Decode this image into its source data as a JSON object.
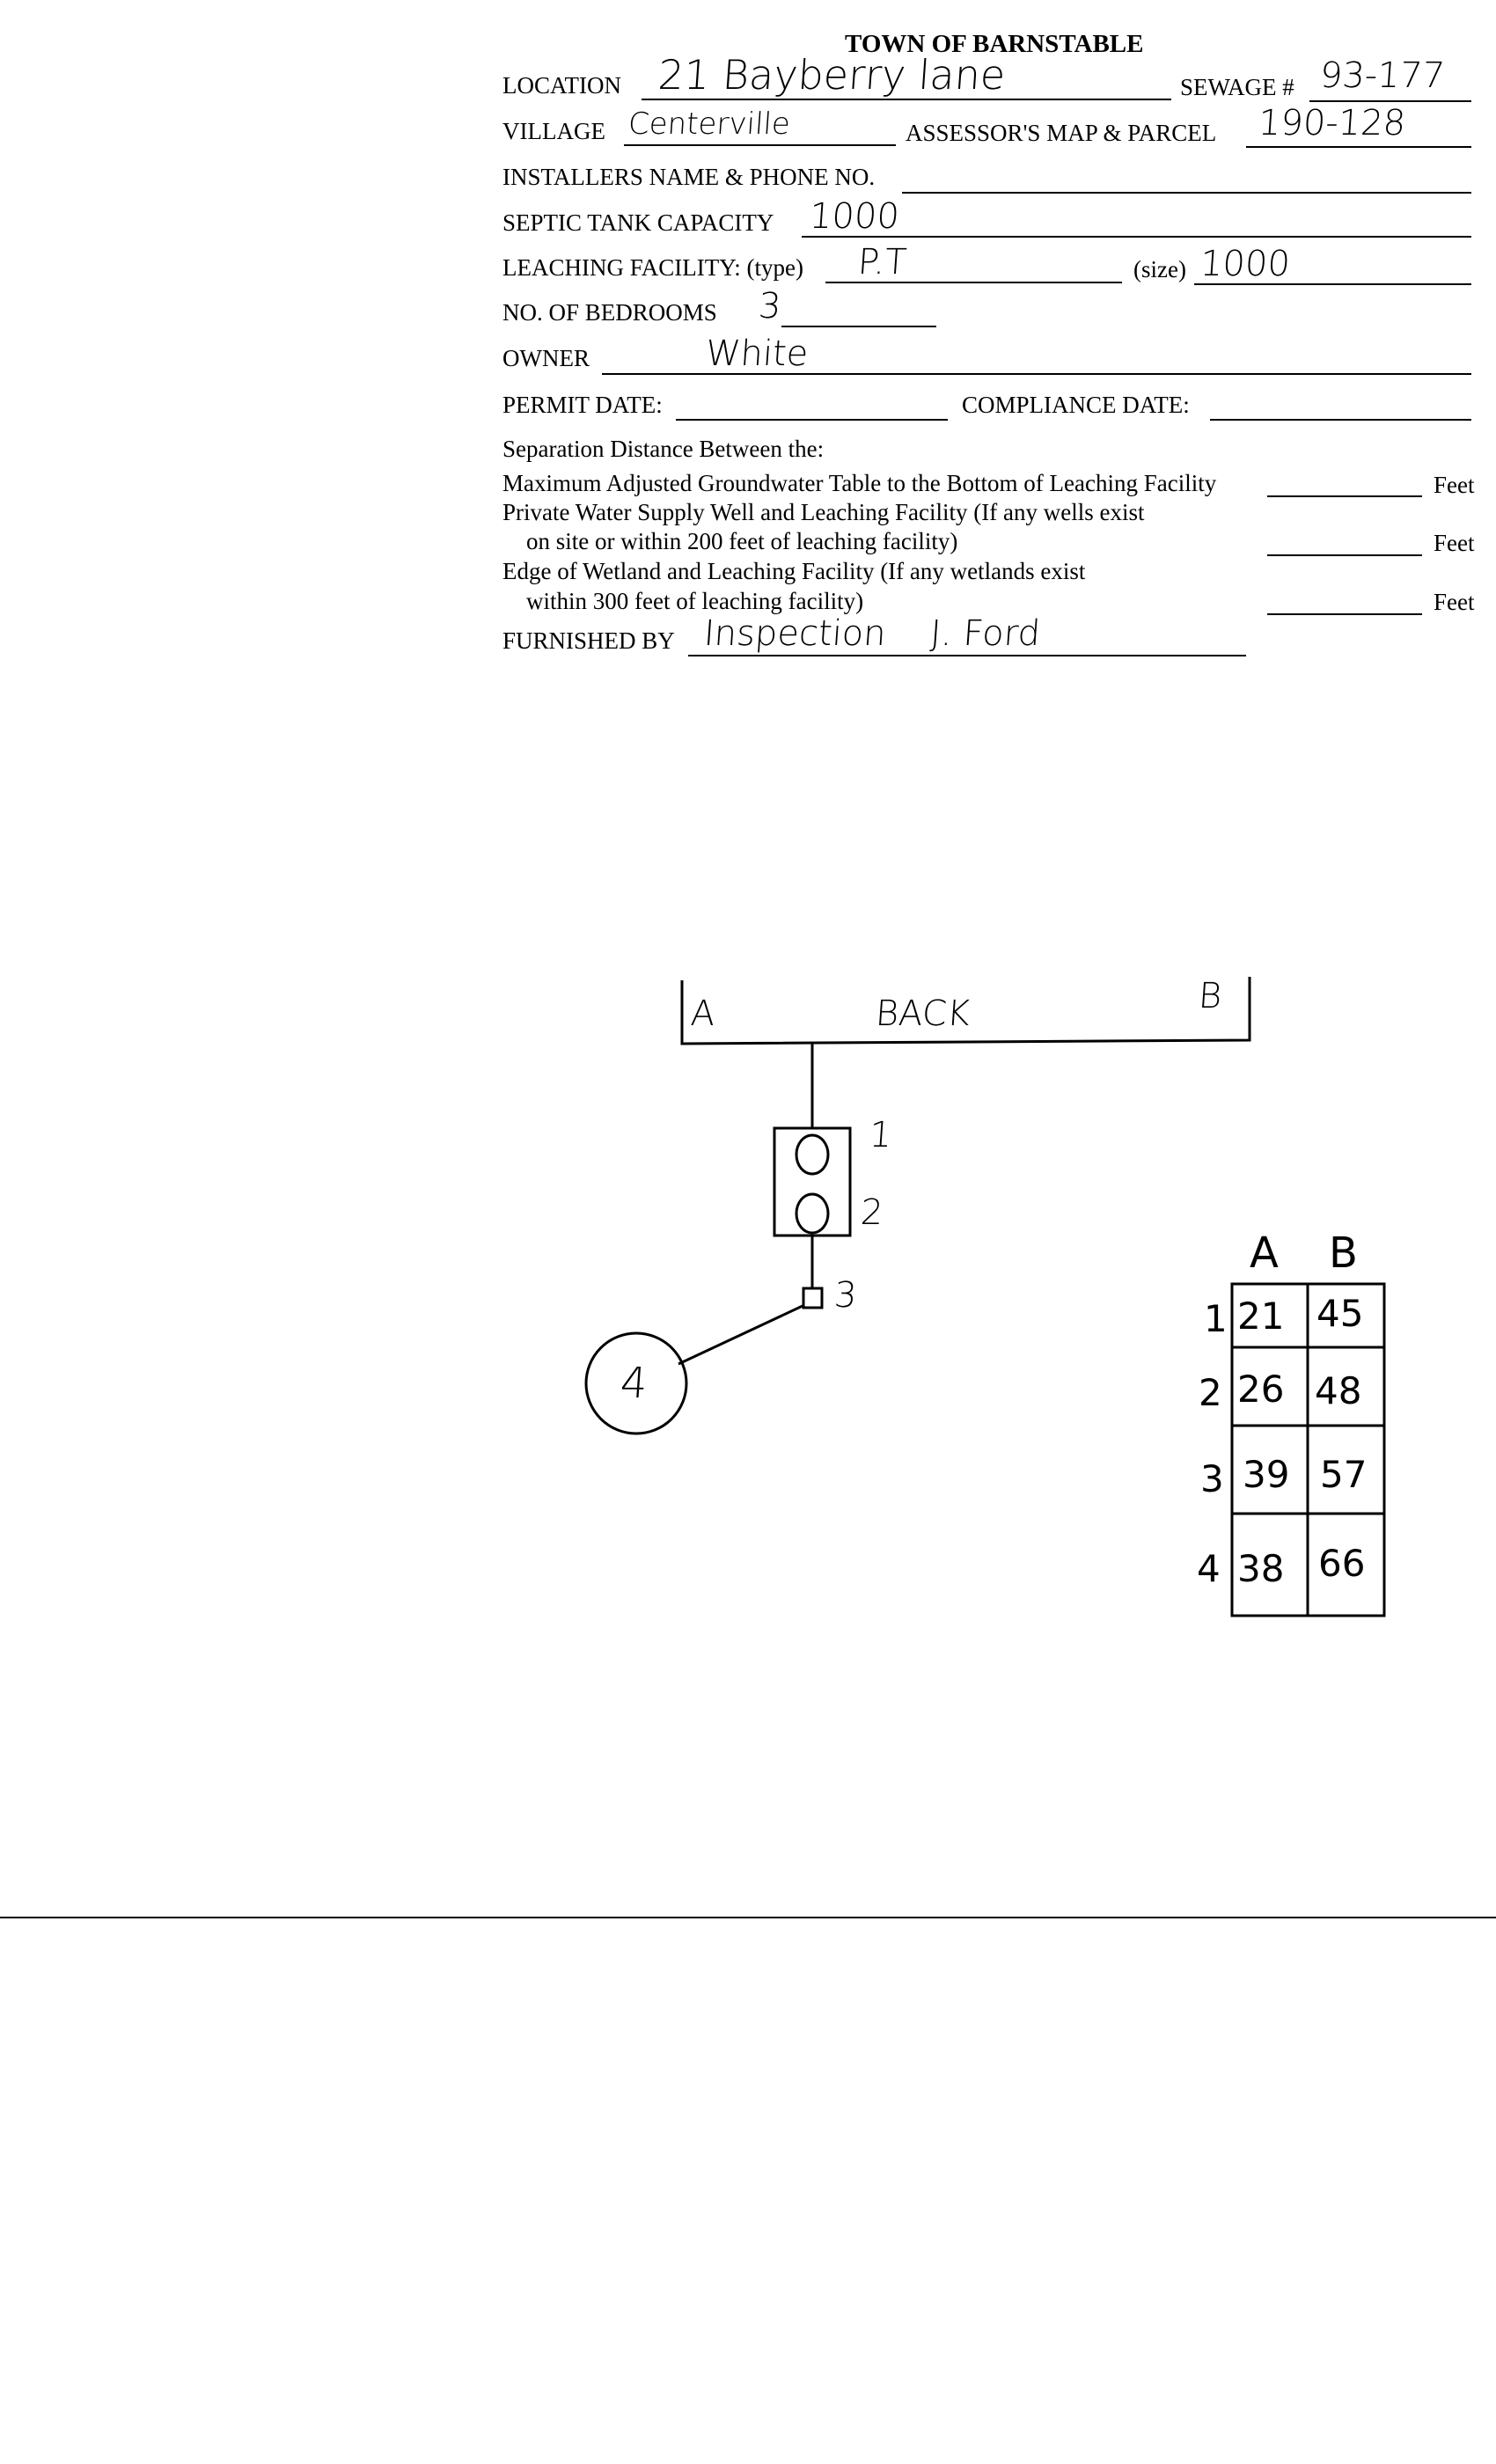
{
  "form": {
    "title": "TOWN OF BARNSTABLE",
    "location_label": "LOCATION",
    "location_value": "21 Bayberry lane",
    "sewage_label": "SEWAGE #",
    "sewage_value": "93-177",
    "village_label": "VILLAGE",
    "village_value": "Centerville",
    "assessor_label": "ASSESSOR'S MAP & PARCEL",
    "assessor_value": "190-128",
    "installers_label": "INSTALLERS NAME & PHONE NO.",
    "installers_value": "",
    "septic_label": "SEPTIC TANK CAPACITY",
    "septic_value": "1000",
    "leaching_type_label": "LEACHING FACILITY: (type)",
    "leaching_type_value": "P.T",
    "leaching_size_label": "(size)",
    "leaching_size_value": "1000",
    "bedrooms_label": "NO. OF BEDROOMS",
    "bedrooms_value": "3",
    "owner_label": "OWNER",
    "owner_value": "White",
    "permit_label": "PERMIT DATE:",
    "compliance_label": "COMPLIANCE DATE:",
    "separation_heading": "Separation Distance Between the:",
    "sep1": "Maximum Adjusted Groundwater Table to the Bottom of Leaching Facility",
    "sep2a": "Private Water Supply Well and Leaching Facility (If any wells exist",
    "sep2b": "on site or within 200 feet of leaching facility)",
    "sep3a": "Edge of Wetland and Leaching Facility (If any wetlands exist",
    "sep3b": "within 300 feet of leaching facility)",
    "feet": "Feet",
    "furnished_label": "FURNISHED BY",
    "furnished_value": "Inspection    J. Ford"
  },
  "sketch": {
    "back_label": "BACK",
    "end_a": "A",
    "end_b": "B",
    "points": [
      "1",
      "2",
      "3",
      "4"
    ],
    "circle_label": "4"
  },
  "table": {
    "headers": [
      "A",
      "B"
    ],
    "rows": [
      {
        "label": "1",
        "a": "21",
        "b": "45"
      },
      {
        "label": "2",
        "a": "26",
        "b": "48"
      },
      {
        "label": "3",
        "a": "39",
        "b": "57"
      },
      {
        "label": "4",
        "a": "38",
        "b": "66"
      }
    ]
  }
}
